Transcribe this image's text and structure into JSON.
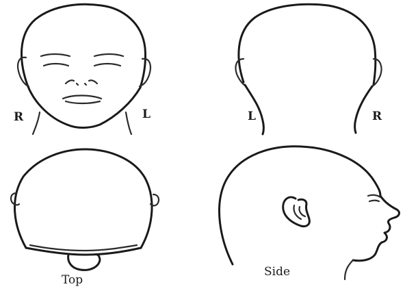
{
  "labels": {
    "front_right": "R",
    "front_left": "L",
    "back_left": "L",
    "back_right": "R",
    "top": "Top",
    "side": "Side"
  },
  "colors": {
    "line": "#1a1a1a",
    "background": "#ffffff"
  }
}
